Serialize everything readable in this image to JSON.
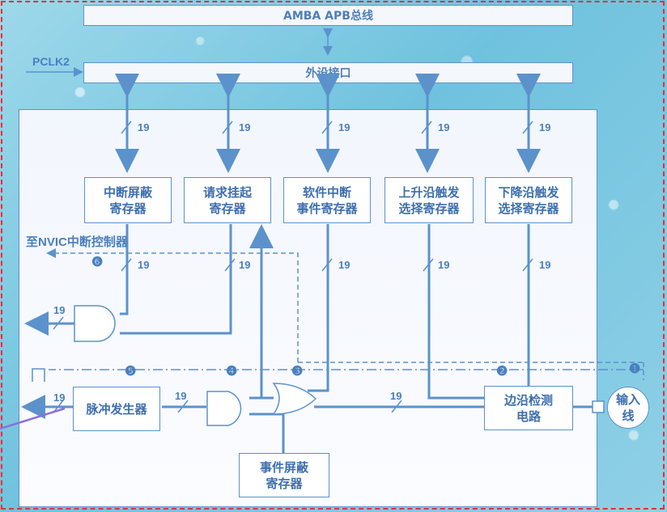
{
  "bus": {
    "amba": "AMBA APB总线",
    "peripheral_interface": "外设接口",
    "pclk": "PCLK2"
  },
  "registers": {
    "interrupt_mask": "中断屏蔽\n寄存器",
    "pending": "请求挂起\n寄存器",
    "software_interrupt_event": "软件中断\n事件寄存器",
    "rising_edge": "上升沿触发\n选择寄存器",
    "falling_edge": "下降沿触发\n选择寄存器",
    "event_mask": "事件屏蔽\n寄存器"
  },
  "blocks": {
    "pulse_generator": "脉冲发生器",
    "edge_detect": "边沿检测\n电路",
    "input_line": "输入\n线"
  },
  "nvic_label": "至NVIC中断控制器",
  "bus_width": "19",
  "steps": [
    "❶",
    "❷",
    "❸",
    "❹",
    "❺",
    "❻"
  ],
  "colors": {
    "line": "#5b92cc",
    "text": "#3e6fae",
    "frame": "#e0303a"
  }
}
